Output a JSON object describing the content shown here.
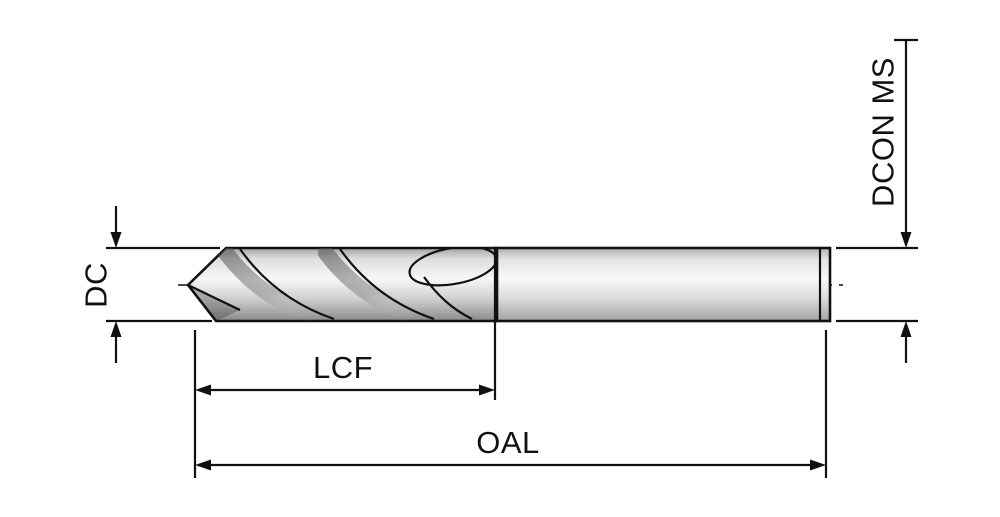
{
  "diagram": {
    "labels": {
      "dc": "DC",
      "dcon_ms": "DCON MS",
      "lcf": "LCF",
      "oal": "OAL"
    },
    "colors": {
      "background": "#ffffff",
      "line": "#111111",
      "metal_light": "#f7f7f7",
      "metal_mid": "#d6d6d6",
      "metal_dark": "#8f8f8f"
    }
  }
}
